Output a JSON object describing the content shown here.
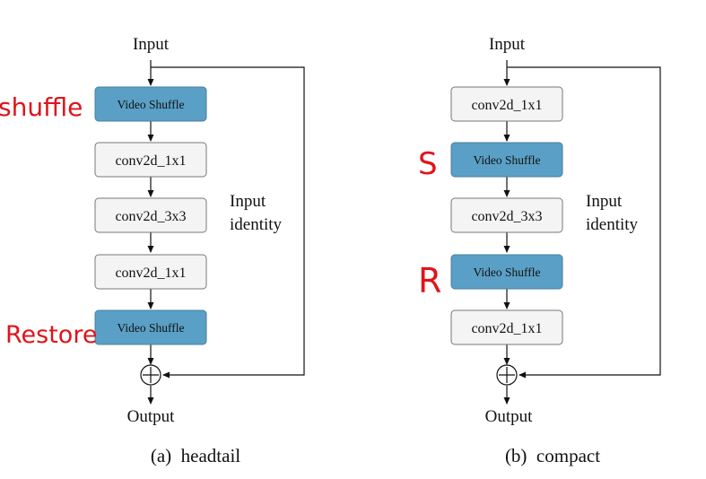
{
  "panels": [
    {
      "id": "headtail",
      "input_label": "Input",
      "output_label": "Output",
      "side_label": [
        "Input",
        "identity"
      ],
      "caption": "(a)  headtail",
      "blocks": [
        {
          "label": "Video Shuffle",
          "kind": "shuffle"
        },
        {
          "label": "conv2d_1x1",
          "kind": "conv"
        },
        {
          "label": "conv2d_3x3",
          "kind": "conv"
        },
        {
          "label": "conv2d_1x1",
          "kind": "conv"
        },
        {
          "label": "Video Shuffle",
          "kind": "shuffle"
        }
      ],
      "annotations": [
        {
          "text": "shuffle",
          "block": 0
        },
        {
          "text": "Restore",
          "block": 4
        }
      ]
    },
    {
      "id": "compact",
      "input_label": "Input",
      "output_label": "Output",
      "side_label": [
        "Input",
        "identity"
      ],
      "caption": "(b)  compact",
      "blocks": [
        {
          "label": "conv2d_1x1",
          "kind": "conv"
        },
        {
          "label": "Video Shuffle",
          "kind": "shuffle"
        },
        {
          "label": "conv2d_3x3",
          "kind": "conv"
        },
        {
          "label": "Video Shuffle",
          "kind": "shuffle"
        },
        {
          "label": "conv2d_1x1",
          "kind": "conv"
        }
      ],
      "annotations": [
        {
          "text": "S",
          "block": 1
        },
        {
          "text": "R",
          "block": 3
        }
      ]
    }
  ],
  "colors": {
    "shuffle_fill": "#5a9fc6",
    "conv_fill": "#f4f4f4",
    "annotation": "#e0141a"
  }
}
